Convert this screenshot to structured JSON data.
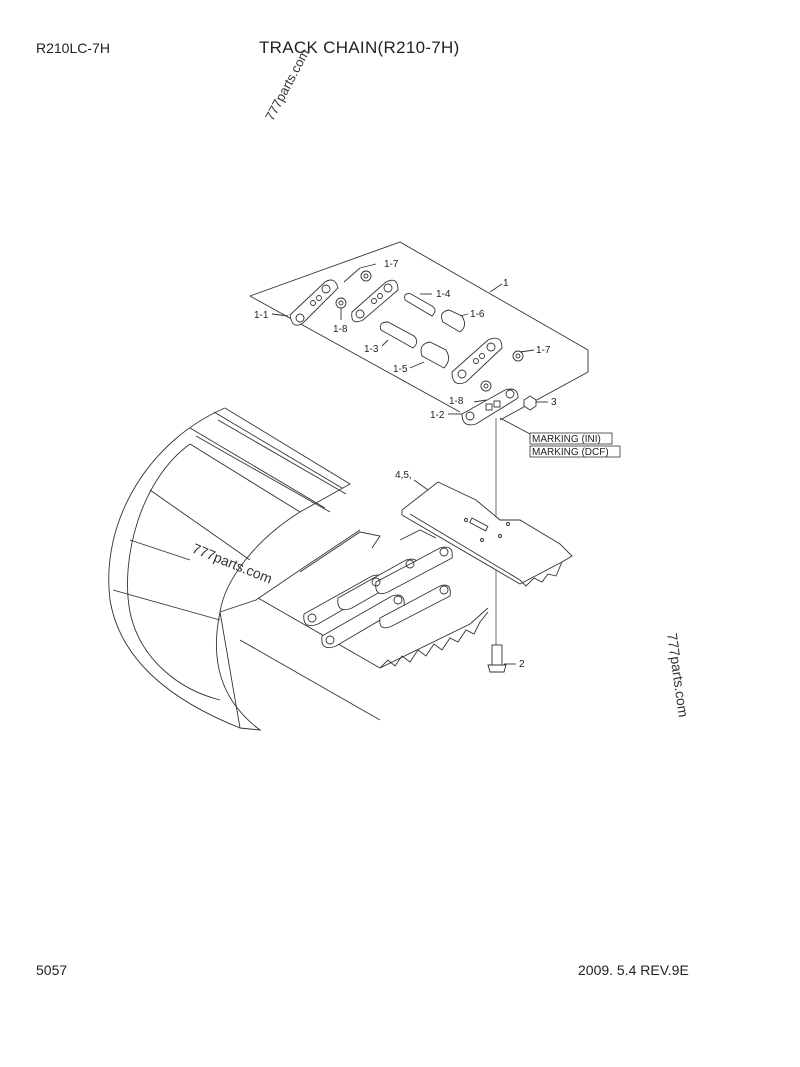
{
  "header": {
    "model": "R210LC-7H",
    "title": "TRACK CHAIN(R210-7H)"
  },
  "footer": {
    "page_number": "5057",
    "revision": "2009. 5.4  REV.9E"
  },
  "watermarks": [
    "777parts.com",
    "777parts.com",
    "777parts.com"
  ],
  "callouts": {
    "c1": "1",
    "c1_1": "1-1",
    "c1_2": "1-2",
    "c1_3": "1-3",
    "c1_4": "1-4",
    "c1_5": "1-5",
    "c1_6": "1-6",
    "c1_7a": "1-7",
    "c1_7b": "1-7",
    "c1_8a": "1-8",
    "c1_8b": "1-8",
    "c2": "2",
    "c3": "3",
    "c45": "4,5,"
  },
  "markings": {
    "ini": "MARKING (INI)",
    "dcf": "MARKING (DCF)"
  }
}
